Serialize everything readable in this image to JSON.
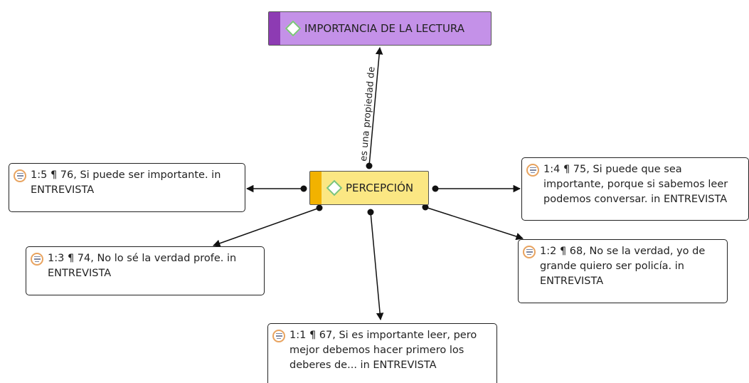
{
  "codes": {
    "importancia": {
      "label": "IMPORTANCIA DE LA LECTURA",
      "fill": "#c491e8",
      "bar": "#8d3bb3"
    },
    "percepcion": {
      "label": "PERCEPCIÓN",
      "fill": "#fbe783",
      "bar": "#f2b200"
    }
  },
  "relation_label": "es una propiedad de",
  "quotations": [
    {
      "id": "q15",
      "text": "1:5 ¶ 76, Si puede ser importante. in ENTREVISTA"
    },
    {
      "id": "q14",
      "text": "1:4 ¶ 75, Si puede que sea importante, porque si sabemos leer podemos conversar. in ENTREVISTA"
    },
    {
      "id": "q13",
      "text": "1:3 ¶ 74, No lo sé la verdad profe. in ENTREVISTA"
    },
    {
      "id": "q12",
      "text": "1:2 ¶ 68, No se la verdad, yo de grande quiero ser policía. in ENTREVISTA"
    },
    {
      "id": "q11",
      "text": "1:1 ¶ 67, Si es importante leer, pero mejor debemos hacer primero los deberes de... in ENTREVISTA"
    }
  ],
  "icons": {
    "code": "diamond-icon",
    "quotation": "quotation-icon"
  }
}
